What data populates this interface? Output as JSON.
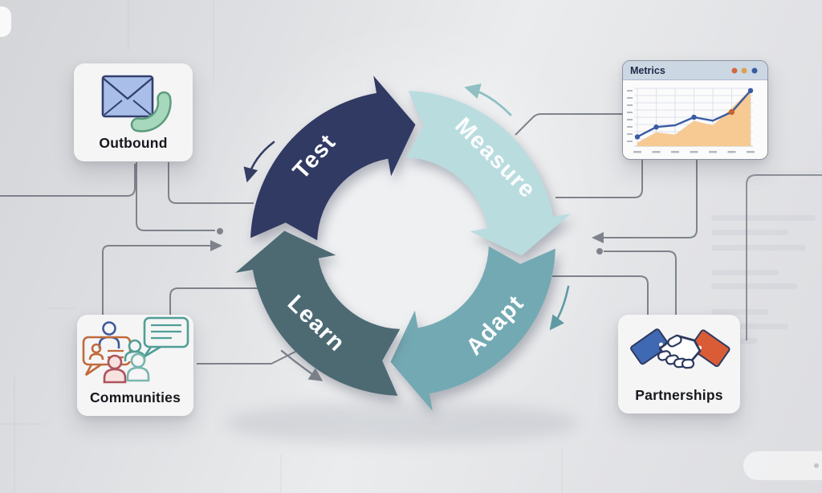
{
  "cycle": {
    "segments": [
      {
        "id": "test",
        "label": "Test",
        "color": "#303a63"
      },
      {
        "id": "measure",
        "label": "Measure",
        "color": "#b9dcdf"
      },
      {
        "id": "adapt",
        "label": "Adapt",
        "color": "#73a9b3"
      },
      {
        "id": "learn",
        "label": "Learn",
        "color": "#4d6a73"
      }
    ]
  },
  "cards": {
    "outbound": {
      "label": "Outbound",
      "icons": [
        "envelope-icon",
        "phone-icon"
      ]
    },
    "metrics": {
      "title": "Metrics",
      "window_dots": [
        "#cf6a3e",
        "#dca14f",
        "#3a5ba3"
      ],
      "chart_data": {
        "type": "area+line",
        "x": [
          1,
          2,
          3,
          4,
          5,
          6,
          7
        ],
        "ylim": [
          0,
          10
        ],
        "grid": true,
        "x_tick_count": 7,
        "y_tick_count": 8,
        "series": [
          {
            "name": "area",
            "type": "area",
            "color": "#f6c78c",
            "values": [
              0.6,
              2.4,
              2.0,
              4.4,
              3.6,
              6.6,
              9.8
            ]
          },
          {
            "name": "line",
            "type": "line",
            "color": "#3a5ba3",
            "values": [
              1.6,
              3.3,
              3.6,
              5.0,
              4.4,
              5.9,
              9.6
            ],
            "dot_indices": [
              0,
              1,
              3,
              6
            ],
            "highlight": {
              "index": 5,
              "color": "#c8622f"
            }
          }
        ]
      }
    },
    "communities": {
      "label": "Communities",
      "icons": [
        "chat-bubble-icon",
        "person-icon",
        "chat-bubble-icon",
        "person-icon",
        "person-icon",
        "person-icon"
      ]
    },
    "partnerships": {
      "label": "Partnerships",
      "icons": [
        "handshake-icon"
      ]
    }
  },
  "colors": {
    "connector_gray": "#7e838b",
    "arrow_navy": "#343d63",
    "arrow_teal_light": "#8fc0c3",
    "arrow_teal": "#5f9aa4",
    "arrow_gray": "#7a7f88"
  }
}
